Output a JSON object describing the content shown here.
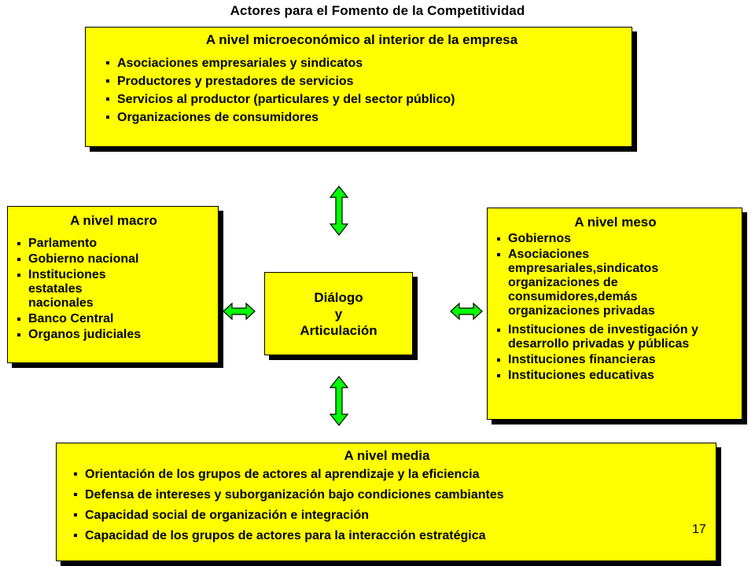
{
  "title": "Actores para el Fomento de la Competitividad",
  "micro": {
    "title": "A nivel microeconómico al interior de la empresa",
    "items": [
      "Asociaciones empresariales y sindicatos",
      "Productores y prestadores de servicios",
      "Servicios al productor (particulares y del sector público)",
      "Organizaciones de consumidores"
    ]
  },
  "macro": {
    "title": "A nivel macro",
    "items": [
      "Parlamento",
      "Gobierno nacional",
      "Instituciones estatales nacionales",
      "Banco Central",
      "Organos judiciales"
    ]
  },
  "meso": {
    "title": "A nivel meso",
    "items": [
      "Gobiernos",
      "Asociaciones empresariales,sindicatos organizaciones de consumidores,demás organizaciones privadas",
      "Instituciones de investigación y desarrollo privadas y públicas",
      "Instituciones financieras",
      "Instituciones educativas"
    ]
  },
  "center": {
    "line1": "Diálogo",
    "line2": "y",
    "line3": "Articulación"
  },
  "media": {
    "title": "A nivel media",
    "items": [
      "Orientación de los grupos de actores al aprendizaje y la eficiencia",
      "Defensa de intereses y suborganización bajo condiciones cambiantes",
      "Capacidad social de organización  e integración",
      "Capacidad de los grupos de actores para la interacción estratégica"
    ]
  },
  "page_number": "17",
  "colors": {
    "box_fill": "#ffff00",
    "arrow_fill": "#00ff00"
  }
}
